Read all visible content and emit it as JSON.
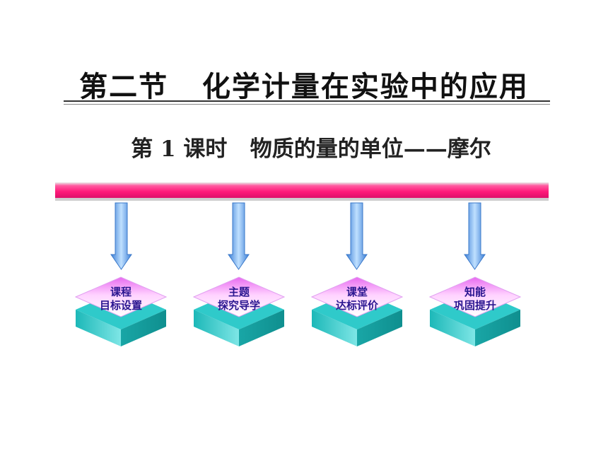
{
  "slide": {
    "title": "第二节   化学计量在实验中的应用",
    "subtitle": "第 1 课时   物质的量的单位——摩尔"
  },
  "nodes": [
    {
      "line1": "课程",
      "line2": "目标设置"
    },
    {
      "line1": "主题",
      "line2": "探究导学"
    },
    {
      "line1": "课堂",
      "line2": "达标评价"
    },
    {
      "line1": "知能",
      "line2": "巩固提升"
    }
  ],
  "colors": {
    "bar": "#ff1a7a",
    "arrow": "#7ab8f0",
    "top_face": "#f5a6ff",
    "base": "#33d3d3",
    "label": "#2a1690"
  }
}
